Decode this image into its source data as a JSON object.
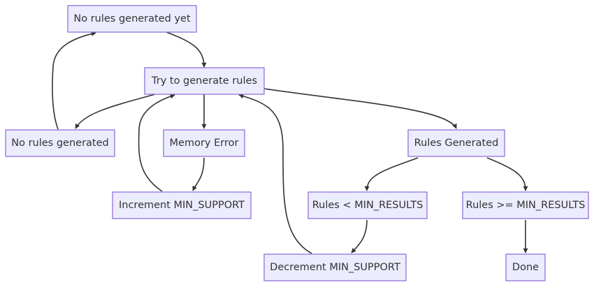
{
  "diagram": {
    "type": "flowchart",
    "colors": {
      "node_fill": "#ececff",
      "node_border": "#9370db",
      "edge": "#333333",
      "text": "#333333"
    },
    "nodes": {
      "no_rules_yet": "No rules generated yet",
      "try_generate": "Try to generate rules",
      "no_rules": "No rules generated",
      "memory_error": "Memory Error",
      "rules_generated": "Rules Generated",
      "increment": "Increment MIN_SUPPORT",
      "rules_lt": "Rules < MIN_RESULTS",
      "rules_gte": "Rules >= MIN_RESULTS",
      "decrement": "Decrement MIN_SUPPORT",
      "done": "Done"
    },
    "edges": [
      {
        "from": "no_rules_yet",
        "to": "try_generate"
      },
      {
        "from": "try_generate",
        "to": "no_rules"
      },
      {
        "from": "no_rules",
        "to": "no_rules_yet"
      },
      {
        "from": "try_generate",
        "to": "memory_error"
      },
      {
        "from": "memory_error",
        "to": "increment"
      },
      {
        "from": "increment",
        "to": "try_generate"
      },
      {
        "from": "try_generate",
        "to": "rules_generated"
      },
      {
        "from": "rules_generated",
        "to": "rules_lt"
      },
      {
        "from": "rules_generated",
        "to": "rules_gte"
      },
      {
        "from": "rules_lt",
        "to": "decrement"
      },
      {
        "from": "decrement",
        "to": "try_generate"
      },
      {
        "from": "rules_gte",
        "to": "done"
      }
    ]
  }
}
